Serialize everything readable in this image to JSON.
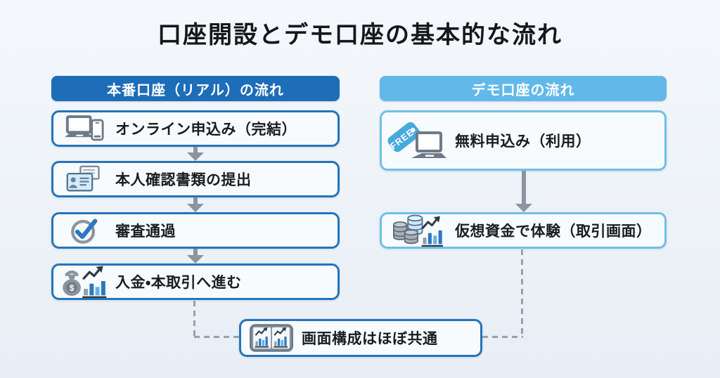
{
  "title": "口座開設とデモ口座の基本的な流れ",
  "colors": {
    "bg_top": "#f4f8fc",
    "bg_bottom": "#e8eef5",
    "primary_blue": "#1d6db8",
    "primary_blue_border": "#2474ba",
    "demo_blue": "#62b9e9",
    "demo_blue_border": "#6fbfec",
    "box_fill": "#f8fbfe",
    "arrow_gray": "#8c959f",
    "dash_gray": "#98a1a9",
    "text_dark": "#1b1c1e"
  },
  "left_flow": {
    "header": "本番口座（リアル）の流れ",
    "steps": [
      {
        "label": "オンライン申込み（完結）",
        "icon": "laptop-phone-icon"
      },
      {
        "label": "本人確認書類の提出",
        "icon": "id-card-icon"
      },
      {
        "label": "審査通過",
        "icon": "check-circle-icon"
      },
      {
        "label": "入金・本取引へ進む",
        "icon": "money-bag-chart-icon"
      }
    ]
  },
  "right_flow": {
    "header": "デモ口座の流れ",
    "steps": [
      {
        "label": "無料申込み（利用）",
        "icon": "free-tag-laptop-icon",
        "tag_text": "FREE"
      },
      {
        "label": "仮想資金で体験（取引画面）",
        "icon": "coins-chart-icon"
      }
    ]
  },
  "shared_note": {
    "label": "画面構成はほぼ共通",
    "icon": "dual-charts-icon"
  },
  "icon_glyphs": {
    "currency_symbol": "$"
  }
}
